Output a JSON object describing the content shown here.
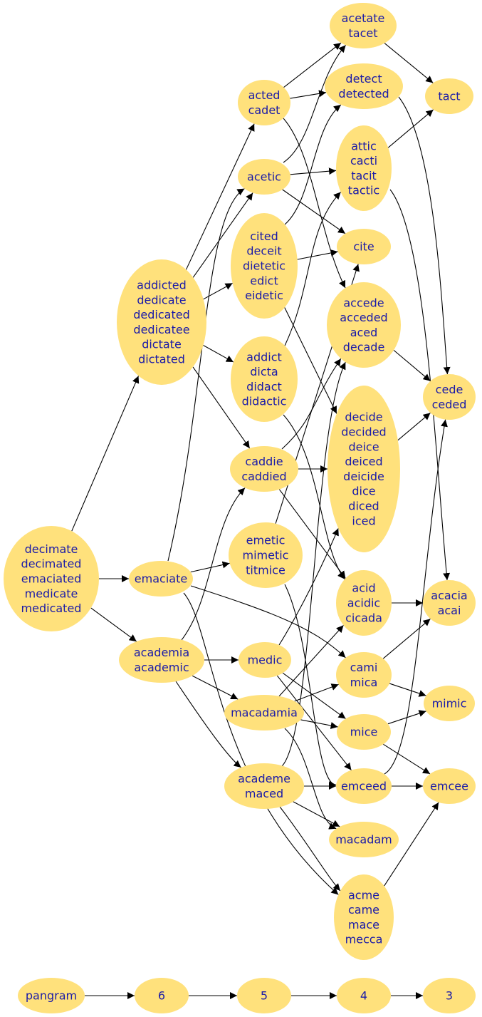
{
  "graph": {
    "node_color": "#ffe17c",
    "text_color": "#1a1aa8",
    "edge_color": "#000000",
    "nodes": [
      {
        "id": "acetate",
        "lines": [
          "acetate",
          "tacet"
        ]
      },
      {
        "id": "detect",
        "lines": [
          "detect",
          "detected"
        ]
      },
      {
        "id": "acted",
        "lines": [
          "acted",
          "cadet"
        ]
      },
      {
        "id": "tact",
        "lines": [
          "tact"
        ]
      },
      {
        "id": "attic",
        "lines": [
          "attic",
          "cacti",
          "tacit",
          "tactic"
        ]
      },
      {
        "id": "acetic",
        "lines": [
          "acetic"
        ]
      },
      {
        "id": "cited",
        "lines": [
          "cited",
          "deceit",
          "dietetic",
          "edict",
          "eidetic"
        ]
      },
      {
        "id": "cite",
        "lines": [
          "cite"
        ]
      },
      {
        "id": "addicted",
        "lines": [
          "addicted",
          "dedicate",
          "dedicated",
          "dedicatee",
          "dictate",
          "dictated"
        ]
      },
      {
        "id": "accede",
        "lines": [
          "accede",
          "acceded",
          "aced",
          "decade"
        ]
      },
      {
        "id": "addict",
        "lines": [
          "addict",
          "dicta",
          "didact",
          "didactic"
        ]
      },
      {
        "id": "cede",
        "lines": [
          "cede",
          "ceded"
        ]
      },
      {
        "id": "decide",
        "lines": [
          "decide",
          "decided",
          "deice",
          "deiced",
          "deicide",
          "dice",
          "diced",
          "iced"
        ]
      },
      {
        "id": "caddie",
        "lines": [
          "caddie",
          "caddied"
        ]
      },
      {
        "id": "decimate",
        "lines": [
          "decimate",
          "decimated",
          "emaciated",
          "medicate",
          "medicated"
        ]
      },
      {
        "id": "emetic",
        "lines": [
          "emetic",
          "mimetic",
          "titmice"
        ]
      },
      {
        "id": "emaciate",
        "lines": [
          "emaciate"
        ]
      },
      {
        "id": "acid",
        "lines": [
          "acid",
          "acidic",
          "cicada"
        ]
      },
      {
        "id": "acacia",
        "lines": [
          "acacia",
          "acai"
        ]
      },
      {
        "id": "academia",
        "lines": [
          "academia",
          "academic"
        ]
      },
      {
        "id": "medic",
        "lines": [
          "medic"
        ]
      },
      {
        "id": "cami",
        "lines": [
          "cami",
          "mica"
        ]
      },
      {
        "id": "mimic",
        "lines": [
          "mimic"
        ]
      },
      {
        "id": "macadamia",
        "lines": [
          "macadamia"
        ]
      },
      {
        "id": "mice",
        "lines": [
          "mice"
        ]
      },
      {
        "id": "academe",
        "lines": [
          "academe",
          "maced"
        ]
      },
      {
        "id": "emceed",
        "lines": [
          "emceed"
        ]
      },
      {
        "id": "emcee",
        "lines": [
          "emcee"
        ]
      },
      {
        "id": "macadam",
        "lines": [
          "macadam"
        ]
      },
      {
        "id": "acme",
        "lines": [
          "acme",
          "came",
          "mace",
          "mecca"
        ]
      },
      {
        "id": "pangram",
        "lines": [
          "pangram"
        ]
      },
      {
        "id": "n6",
        "lines": [
          "6"
        ]
      },
      {
        "id": "n5",
        "lines": [
          "5"
        ]
      },
      {
        "id": "n4",
        "lines": [
          "4"
        ]
      },
      {
        "id": "n3",
        "lines": [
          "3"
        ]
      }
    ],
    "edges": [
      [
        "acetate",
        "tact"
      ],
      [
        "acted",
        "acetate"
      ],
      [
        "acted",
        "detect"
      ],
      [
        "acted",
        "accede"
      ],
      [
        "detect",
        "cede"
      ],
      [
        "attic",
        "tact"
      ],
      [
        "attic",
        "acacia"
      ],
      [
        "acetic",
        "acetate"
      ],
      [
        "acetic",
        "attic"
      ],
      [
        "acetic",
        "cite"
      ],
      [
        "cited",
        "detect"
      ],
      [
        "cited",
        "cite"
      ],
      [
        "cited",
        "decide"
      ],
      [
        "addicted",
        "acted"
      ],
      [
        "addicted",
        "acetic"
      ],
      [
        "addicted",
        "cited"
      ],
      [
        "addicted",
        "addict"
      ],
      [
        "addicted",
        "caddie"
      ],
      [
        "accede",
        "cede"
      ],
      [
        "addict",
        "attic"
      ],
      [
        "addict",
        "acid"
      ],
      [
        "decide",
        "cede"
      ],
      [
        "caddie",
        "accede"
      ],
      [
        "caddie",
        "decide"
      ],
      [
        "caddie",
        "acid"
      ],
      [
        "decimate",
        "addicted"
      ],
      [
        "decimate",
        "emaciate"
      ],
      [
        "decimate",
        "academia"
      ],
      [
        "emaciate",
        "acetic"
      ],
      [
        "emaciate",
        "emetic"
      ],
      [
        "emaciate",
        "cami"
      ],
      [
        "emaciate",
        "acme"
      ],
      [
        "emetic",
        "cite"
      ],
      [
        "emetic",
        "emceed"
      ],
      [
        "acid",
        "acacia"
      ],
      [
        "academia",
        "caddie"
      ],
      [
        "academia",
        "medic"
      ],
      [
        "academia",
        "macadamia"
      ],
      [
        "academia",
        "academe"
      ],
      [
        "medic",
        "decide"
      ],
      [
        "medic",
        "mice"
      ],
      [
        "medic",
        "emceed"
      ],
      [
        "cami",
        "acacia"
      ],
      [
        "cami",
        "mimic"
      ],
      [
        "macadamia",
        "acid"
      ],
      [
        "macadamia",
        "cami"
      ],
      [
        "macadamia",
        "mice"
      ],
      [
        "macadamia",
        "macadam"
      ],
      [
        "mice",
        "mimic"
      ],
      [
        "mice",
        "emcee"
      ],
      [
        "academe",
        "accede"
      ],
      [
        "academe",
        "emceed"
      ],
      [
        "academe",
        "macadam"
      ],
      [
        "academe",
        "acme"
      ],
      [
        "emceed",
        "cede"
      ],
      [
        "emceed",
        "emcee"
      ],
      [
        "acme",
        "emcee"
      ],
      [
        "pangram",
        "n6"
      ],
      [
        "n6",
        "n5"
      ],
      [
        "n5",
        "n4"
      ],
      [
        "n4",
        "n3"
      ]
    ]
  }
}
